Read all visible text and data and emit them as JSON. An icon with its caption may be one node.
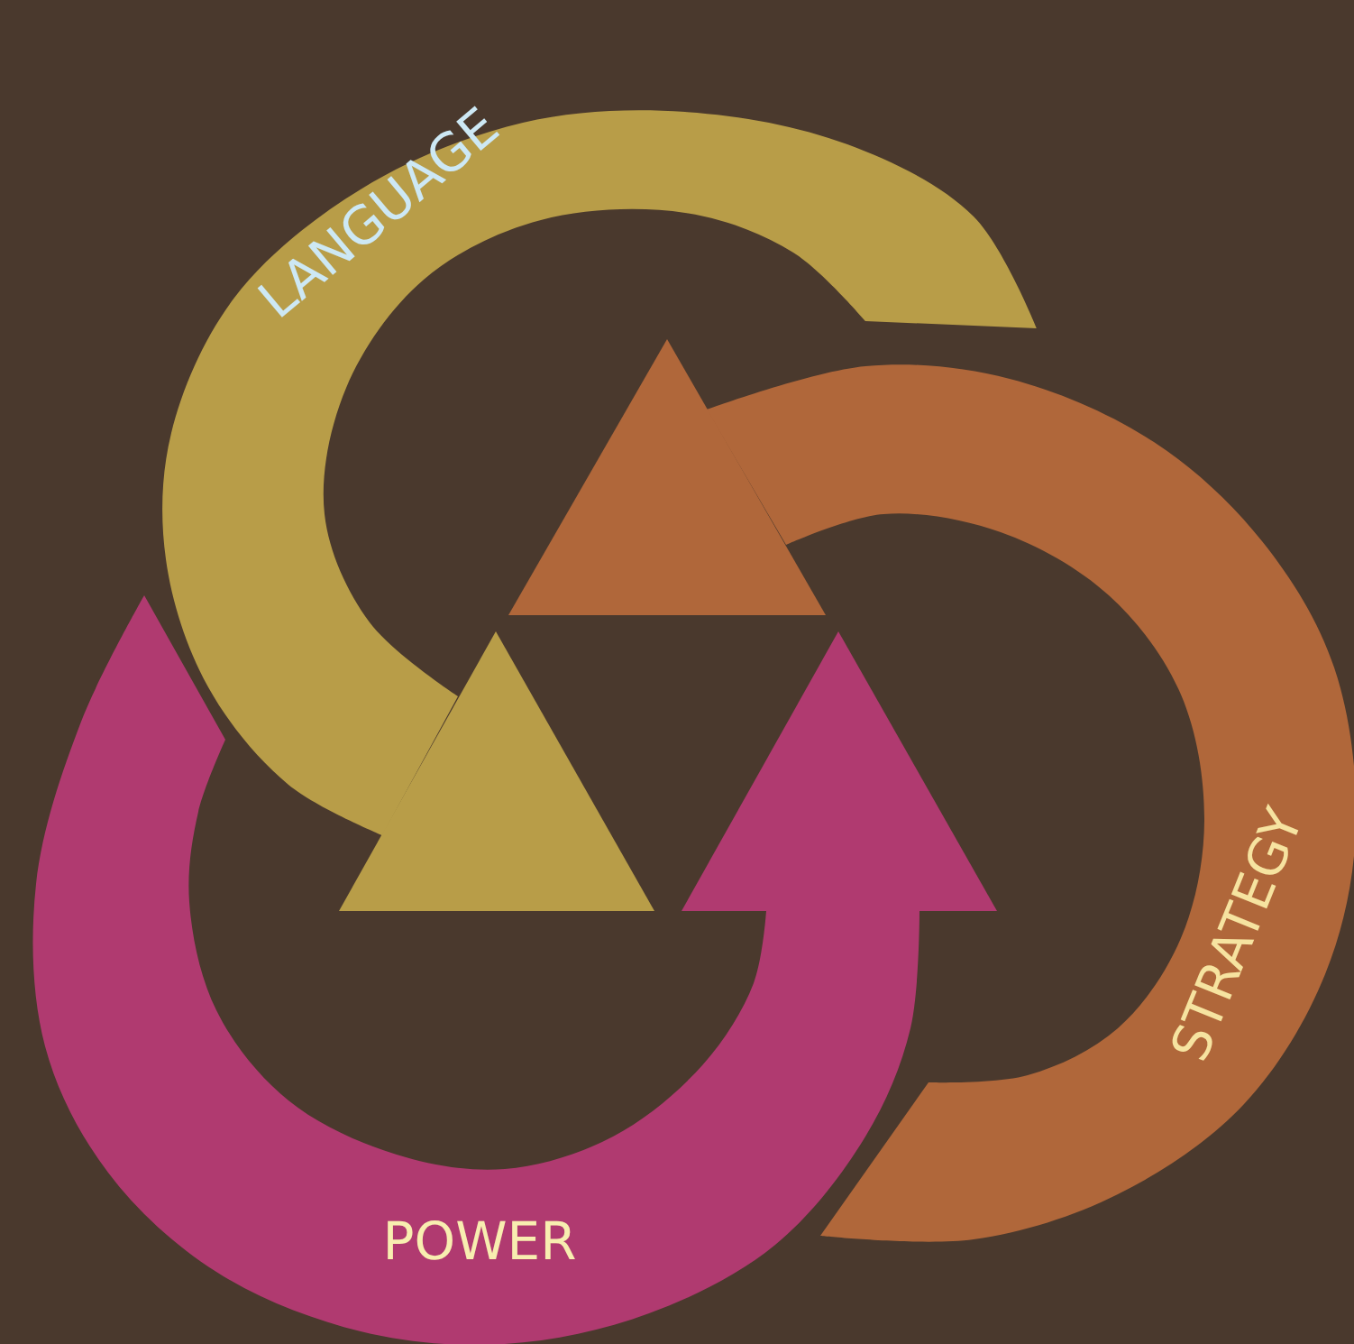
{
  "diagram": {
    "nodes": [
      {
        "text": [
          "LANGUAGE"
        ]
      },
      {
        "text": [
          "STRATEGY"
        ]
      },
      {
        "text": [
          "POWER"
        ]
      }
    ]
  }
}
